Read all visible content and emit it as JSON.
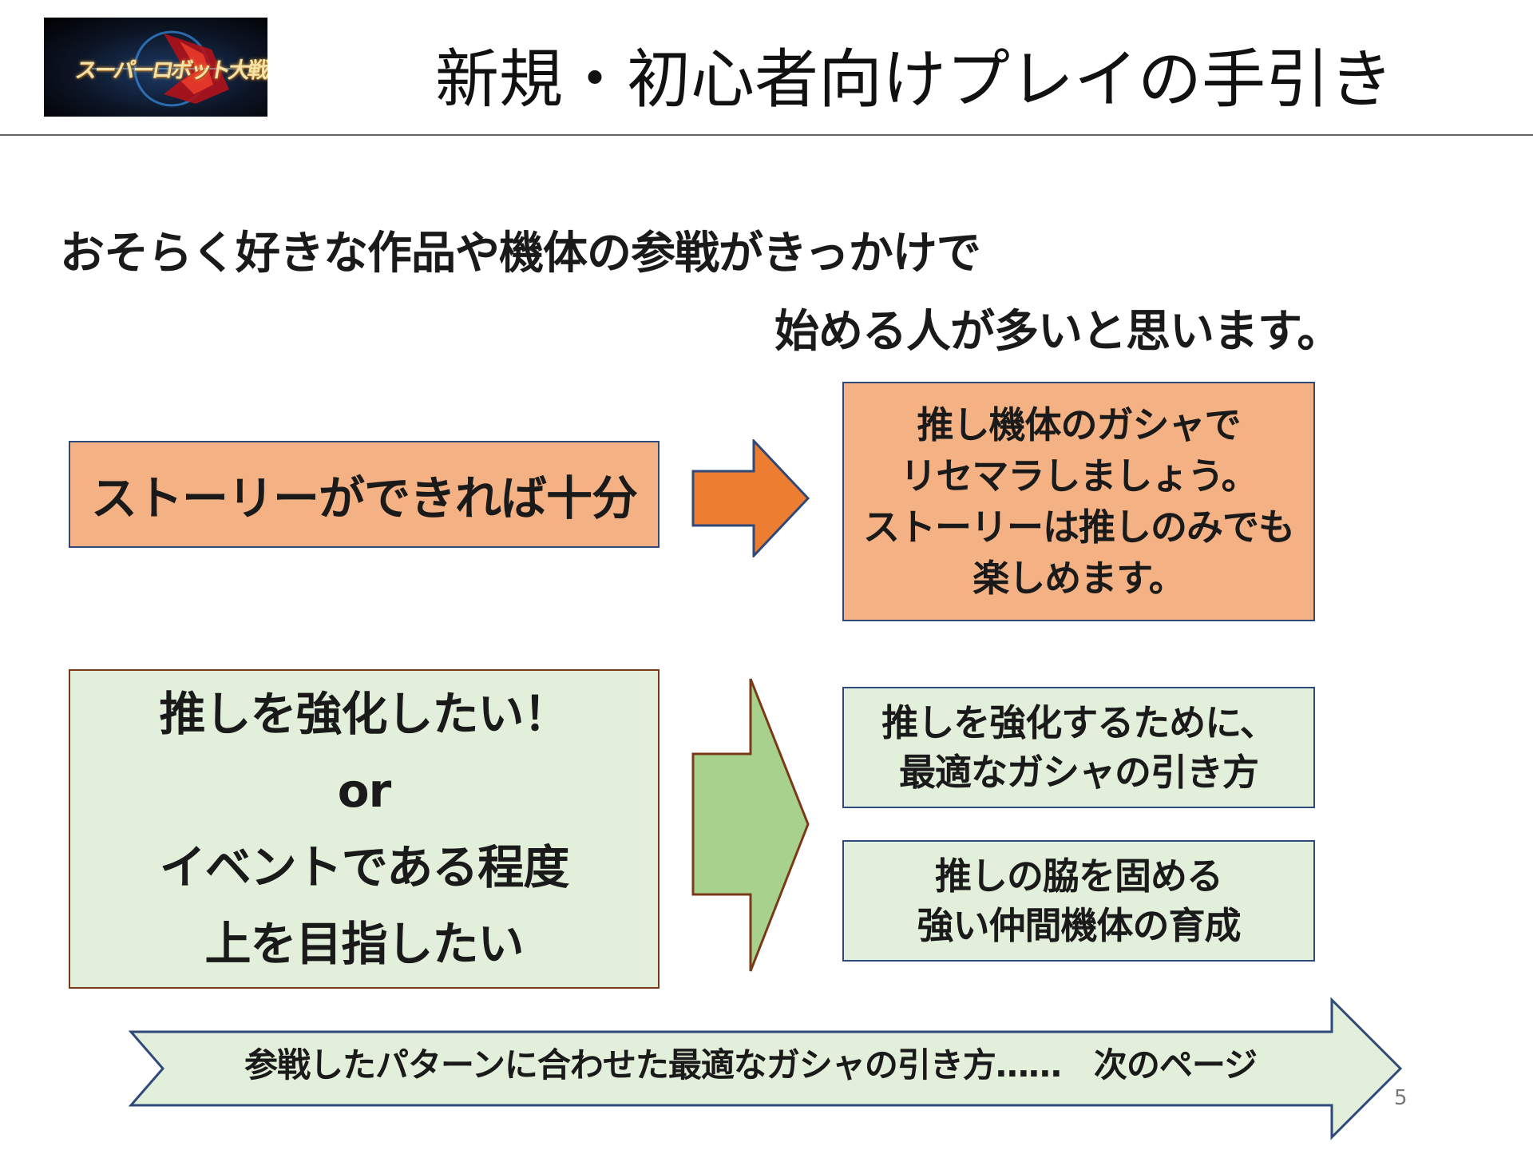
{
  "header": {
    "logo_text": "スーパーロボット大戦DD",
    "title": "新規・初心者向けプレイの手引き"
  },
  "intro": {
    "line1": "おそらく好きな作品や機体の参戦がきっかけで",
    "line2": "始める人が多いと思います。"
  },
  "flow": {
    "story_box": "ストーリーができれば十分",
    "reroll_box": "推し機体のガシャで\nリセマラしましょう。\nストーリーは推しのみでも\n楽しめます。",
    "enhance_box": "推しを強化したい！\nor\nイベントである程度\n上を目指したい",
    "gacha_box": "推しを強化するために、\n最適なガシャの引き方",
    "support_box": "推しの脇を固める\n強い仲間機体の育成"
  },
  "footer": {
    "arrow_label": "参戦したパターンに合わせた最適なガシャの引き方……　次のページ",
    "page_number": "5"
  },
  "colors": {
    "orange_fill": "#f4b183",
    "orange_arrow": "#ed7d31",
    "green_fill": "#e2efda",
    "green_arrow": "#a9d18e",
    "border_blue": "#2f4a7a",
    "border_brown": "#7a3a1a"
  }
}
